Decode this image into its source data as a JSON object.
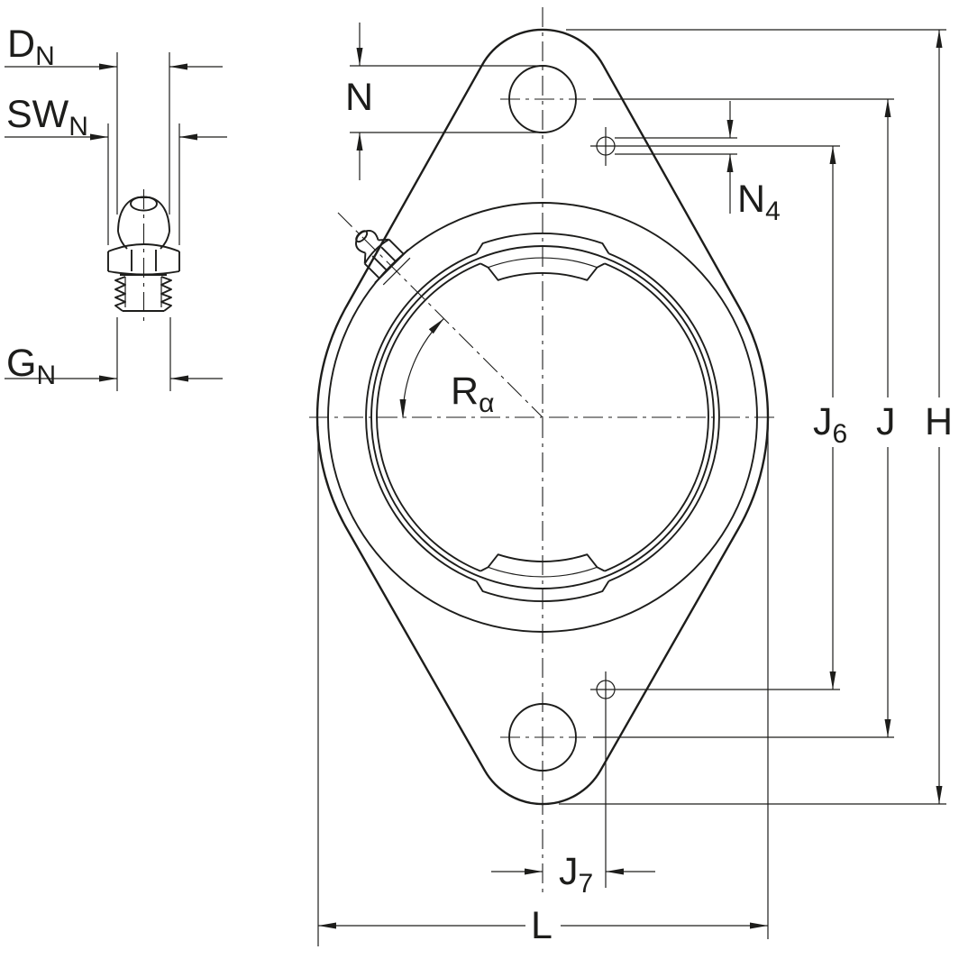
{
  "drawing": {
    "background_color": "#ffffff",
    "line_color": "#1d1d1b",
    "description": "Two-bolt oval flange bearing housing front view with grease nipple detail",
    "labels": {
      "DN": {
        "main": "D",
        "sub": "N"
      },
      "SWN": {
        "main": "SW",
        "sub": "N"
      },
      "GN": {
        "main": "G",
        "sub": "N"
      },
      "N": {
        "main": "N",
        "sub": ""
      },
      "N4": {
        "main": "N",
        "sub": "4"
      },
      "J6": {
        "main": "J",
        "sub": "6"
      },
      "J": {
        "main": "J",
        "sub": ""
      },
      "H": {
        "main": "H",
        "sub": ""
      },
      "J7": {
        "main": "J",
        "sub": "7"
      },
      "L": {
        "main": "L",
        "sub": ""
      },
      "Ralpha": {
        "main": "R",
        "sub": "α"
      }
    }
  }
}
